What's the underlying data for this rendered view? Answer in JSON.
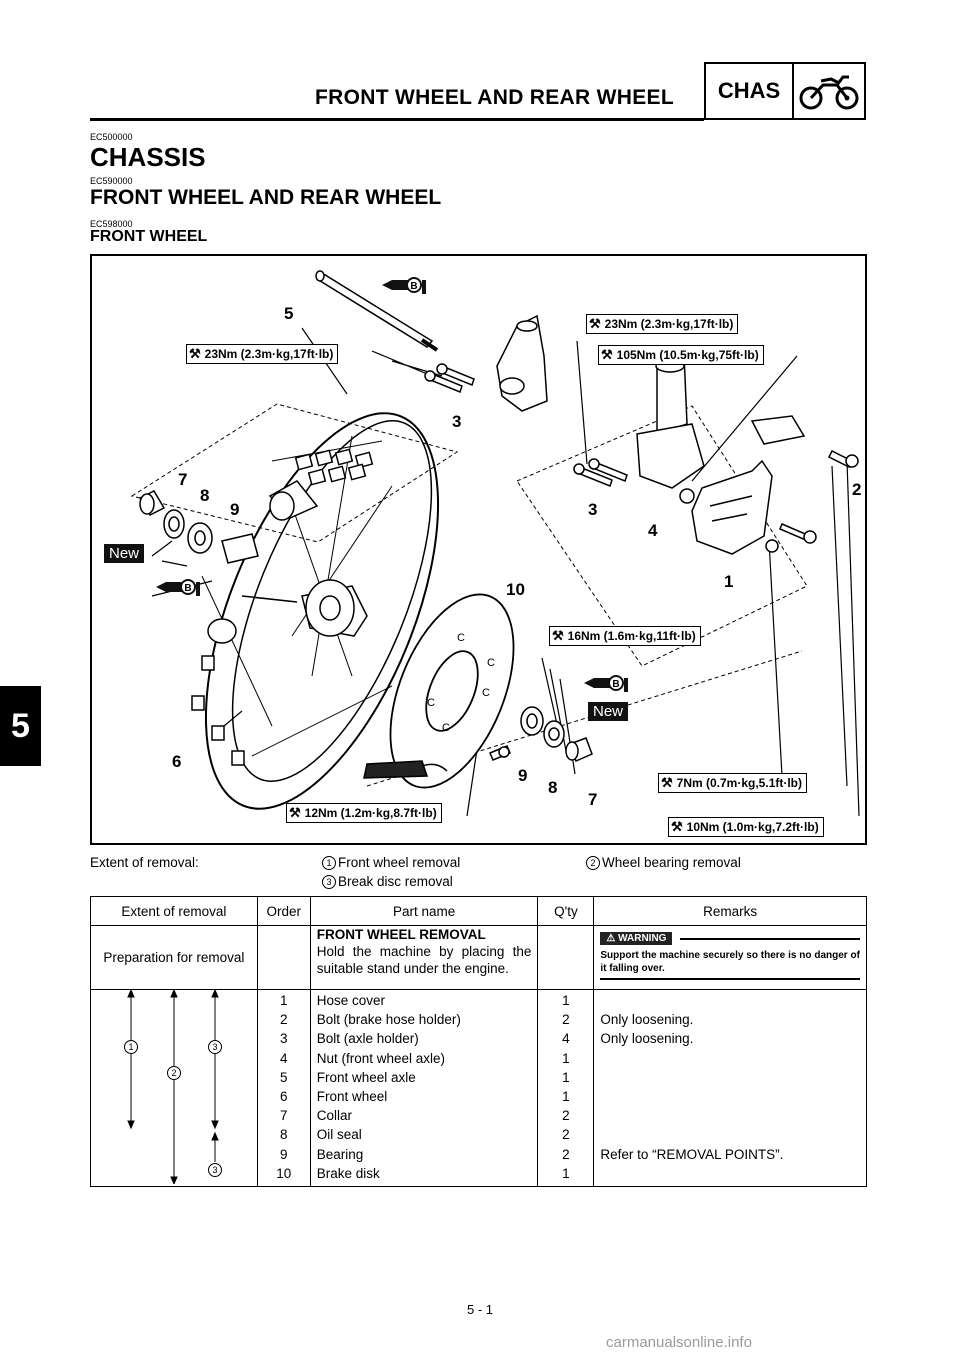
{
  "header": {
    "title": "FRONT WHEEL AND REAR WHEEL",
    "section_label": "CHAS",
    "section_icon": "motorcycle-icon"
  },
  "codes": {
    "c1": "EC500000",
    "c2": "EC590000",
    "c3": "EC598000"
  },
  "headings": {
    "h1": "CHASSIS",
    "h2": "FRONT WHEEL AND REAR WHEEL",
    "h3": "FRONT WHEEL"
  },
  "tab_number": "5",
  "figure": {
    "torques": [
      "23Nm (2.3m·kg,17ft·lb)",
      "23Nm (2.3m·kg,17ft·lb)",
      "105Nm (10.5m·kg,75ft·lb)",
      "16Nm (1.6m·kg,11ft·lb)",
      "7Nm (0.7m·kg,5.1ft·lb)",
      "10Nm (1.0m·kg,7.2ft·lb)",
      "12Nm (1.2m·kg,8.7ft·lb)"
    ],
    "callouts": [
      "5",
      "3",
      "3",
      "4",
      "2",
      "1",
      "7",
      "8",
      "9",
      "10",
      "6",
      "9",
      "8",
      "7"
    ],
    "new_tag": "New",
    "grease_letter": "B",
    "disk_mark": "C"
  },
  "extent": {
    "label": "Extent of removal:",
    "i1_num": "1",
    "i1_text": "Front wheel removal",
    "i2_num": "2",
    "i2_text": "Wheel bearing removal",
    "i3_num": "3",
    "i3_text": "Break disc removal"
  },
  "table": {
    "headers": {
      "extent": "Extent of removal",
      "order": "Order",
      "part": "Part name",
      "qty": "Q'ty",
      "remarks": "Remarks"
    },
    "prep": {
      "extent": "Preparation for removal",
      "title": "FRONT WHEEL REMOVAL",
      "text": "Hold the machine by placing the suitable stand under the engine.",
      "warning_label": "WARNING",
      "warning_text": "Support the machine securely so there is no danger of it falling over."
    },
    "rows": [
      {
        "order": "1",
        "part": "Hose cover",
        "qty": "1",
        "remarks": ""
      },
      {
        "order": "2",
        "part": "Bolt (brake hose holder)",
        "qty": "2",
        "remarks": "Only loosening."
      },
      {
        "order": "3",
        "part": "Bolt (axle holder)",
        "qty": "4",
        "remarks": "Only loosening."
      },
      {
        "order": "4",
        "part": "Nut (front wheel axle)",
        "qty": "1",
        "remarks": ""
      },
      {
        "order": "5",
        "part": "Front wheel axle",
        "qty": "1",
        "remarks": ""
      },
      {
        "order": "6",
        "part": "Front wheel",
        "qty": "1",
        "remarks": ""
      },
      {
        "order": "7",
        "part": "Collar",
        "qty": "2",
        "remarks": ""
      },
      {
        "order": "8",
        "part": "Oil seal",
        "qty": "2",
        "remarks": ""
      },
      {
        "order": "9",
        "part": "Bearing",
        "qty": "2",
        "remarks": "Refer to “REMOVAL POINTS”."
      },
      {
        "order": "10",
        "part": "Brake disk",
        "qty": "1",
        "remarks": ""
      }
    ],
    "extent_markers": {
      "m1": "1",
      "m2": "2",
      "m3": "3",
      "m3b": "3"
    }
  },
  "page_number": "5 - 1",
  "watermark": "carmanualsonline.info"
}
